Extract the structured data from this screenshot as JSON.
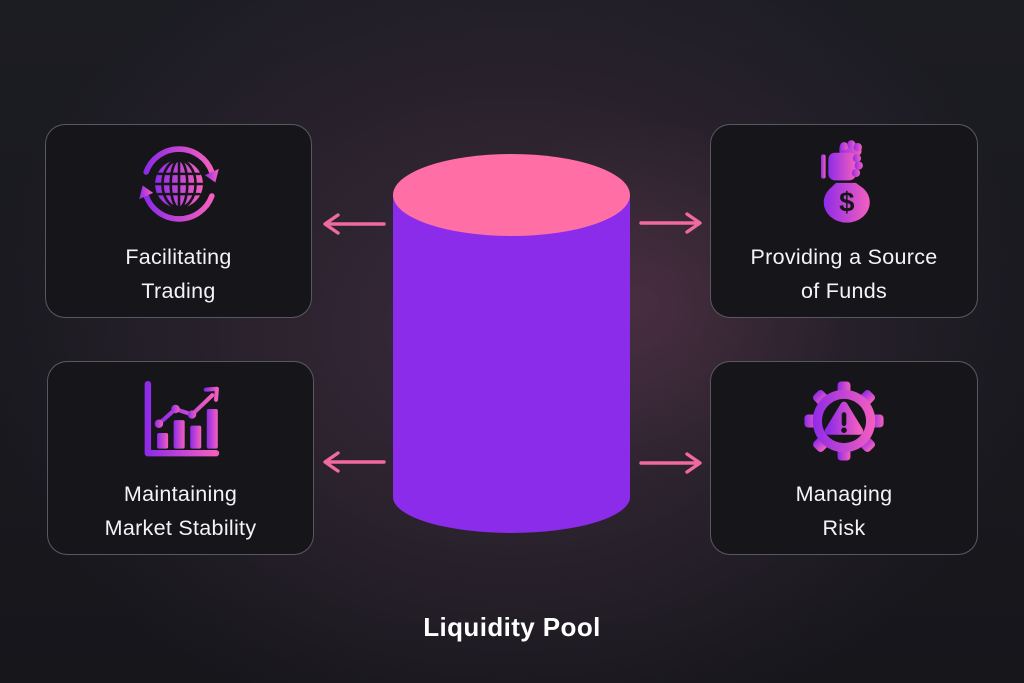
{
  "diagram": {
    "title": "Liquidity Pool",
    "center_shape": "cylinder",
    "cards": [
      {
        "id": "facilitating-trading",
        "position": "top-left",
        "icon": "globe-sync-icon",
        "lines": [
          "Facilitating",
          "Trading"
        ]
      },
      {
        "id": "providing-source-of-funds",
        "position": "top-right",
        "icon": "money-bag-icon",
        "lines": [
          "Providing a Source",
          "of Funds"
        ]
      },
      {
        "id": "maintaining-market-stability",
        "position": "bottom-left",
        "icon": "bar-chart-growth-icon",
        "lines": [
          "Maintaining",
          "Market Stability"
        ]
      },
      {
        "id": "managing-risk",
        "position": "bottom-right",
        "icon": "gear-warning-icon",
        "lines": [
          "Managing",
          "Risk"
        ]
      }
    ],
    "arrows": [
      {
        "from": "cylinder",
        "to": "facilitating-trading",
        "direction": "left"
      },
      {
        "from": "cylinder",
        "to": "providing-source-of-funds",
        "direction": "right"
      },
      {
        "from": "cylinder",
        "to": "maintaining-market-stability",
        "direction": "left"
      },
      {
        "from": "cylinder",
        "to": "managing-risk",
        "direction": "right"
      }
    ],
    "colors": {
      "background_base": "#17171c",
      "background_glow": "#3a2a3c",
      "card_background": "#16161a",
      "card_border": "#a8a8b8",
      "text": "#f4f4f4",
      "arrow_pink": "#f0699f",
      "cylinder_body_purple": "#8b2ceb",
      "cylinder_top_pink": "#ff6fa6",
      "icon_gradient_start": "#8f2be8",
      "icon_gradient_end": "#f45fbe"
    }
  }
}
